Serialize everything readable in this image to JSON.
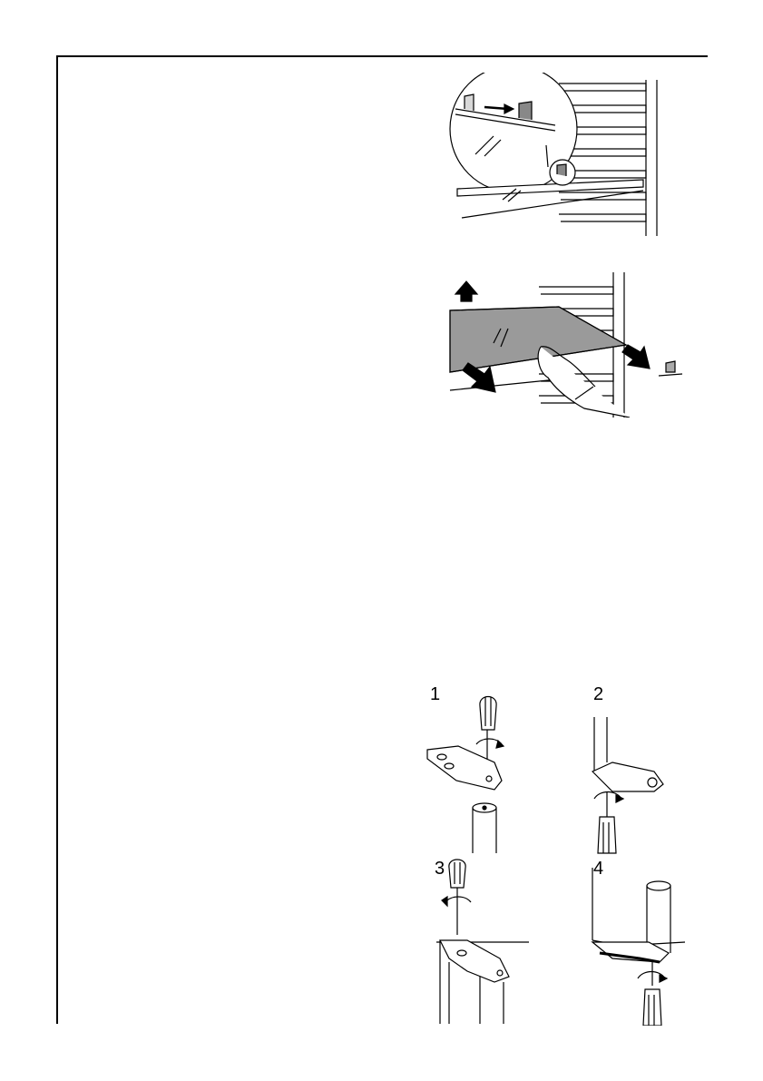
{
  "steps": [
    {
      "number": "1"
    },
    {
      "number": "2"
    },
    {
      "number": "3"
    },
    {
      "number": "4"
    }
  ],
  "figures": [
    {
      "name": "shelf-clip-slide",
      "icon": "shelf-support-clip-icon"
    },
    {
      "name": "shelf-removal",
      "icon": "hand-lift-shelf-icon"
    },
    {
      "name": "hinge-screw-steps",
      "icon": "screwdriver-icon"
    }
  ]
}
